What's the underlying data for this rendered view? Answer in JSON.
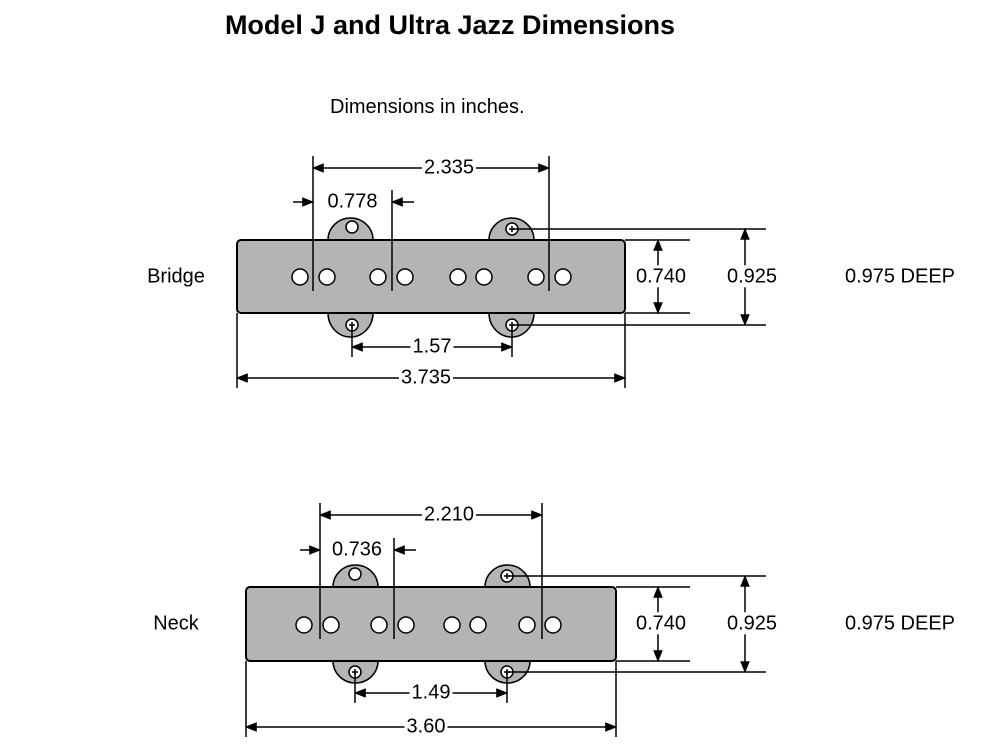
{
  "title": "Model J and Ultra Jazz Dimensions",
  "subtitle": "Dimensions in inches.",
  "colors": {
    "pickup_body": "#b4b4b4",
    "outline": "#000000",
    "background": "#ffffff"
  },
  "pickups": [
    {
      "name": "Bridge",
      "outer_pole_span": "2.335",
      "pole_pair_spacing": "0.778",
      "mount_screw_spacing": "1.57",
      "length": "3.735",
      "body_width": "0.740",
      "overall_width": "0.925",
      "depth": "0.975 DEEP"
    },
    {
      "name": "Neck",
      "outer_pole_span": "2.210",
      "pole_pair_spacing": "0.736",
      "mount_screw_spacing": "1.49",
      "length": "3.60",
      "body_width": "0.740",
      "overall_width": "0.925",
      "depth": "0.975 DEEP"
    }
  ]
}
